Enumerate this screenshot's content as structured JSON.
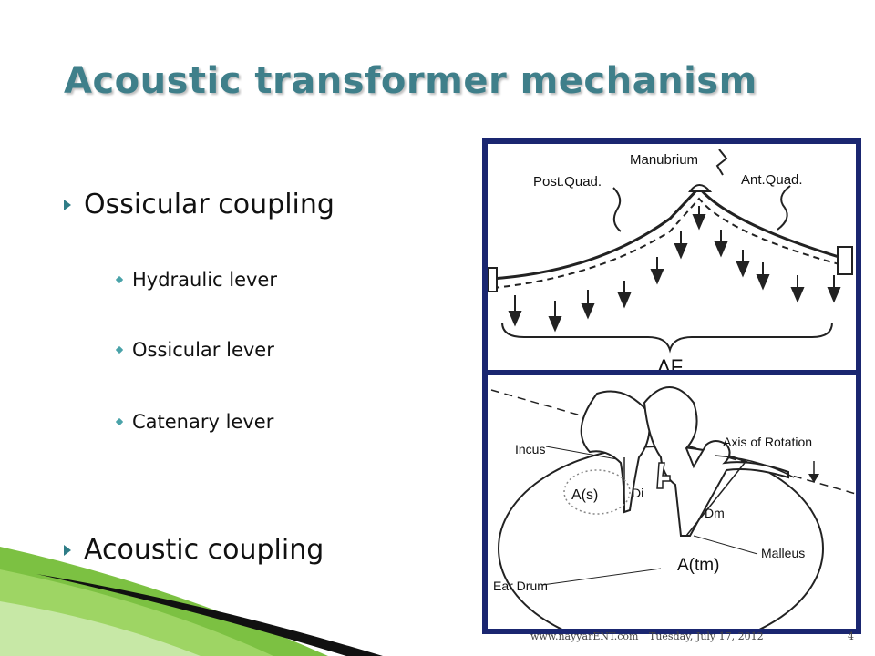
{
  "slide": {
    "title": "Acoustic transformer mechanism",
    "bullets": [
      {
        "level": 1,
        "text": "Ossicular coupling"
      },
      {
        "level": 2,
        "text": "Hydraulic lever"
      },
      {
        "level": 2,
        "text": "Ossicular lever"
      },
      {
        "level": 2,
        "text": "Catenary lever"
      },
      {
        "level": 1,
        "text": "Acoustic coupling"
      }
    ]
  },
  "figure_top": {
    "labels": {
      "manubrium": "Manubrium",
      "post_quad": "Post.Quad.",
      "ant_quad": "Ant.Quad.",
      "delta_f": "ΔF"
    }
  },
  "figure_bottom": {
    "labels": {
      "incus": "Incus",
      "axis": "Axis of Rotation",
      "as": "A(s)",
      "di": "Di",
      "dm": "Dm",
      "malleus": "Malleus",
      "atm": "A(tm)",
      "eardrum": "Ear Drum"
    }
  },
  "footer": {
    "website": "www.nayyarENT.com",
    "date": "Tuesday, July 17, 2012",
    "page_number": "4"
  },
  "colors": {
    "title": "#3f7f8a",
    "panel_border": "#1a2670",
    "bullet_arrow": "#2f7d87",
    "bullet_dot": "#4aa3a9",
    "swoosh_green": "#7cc142"
  }
}
